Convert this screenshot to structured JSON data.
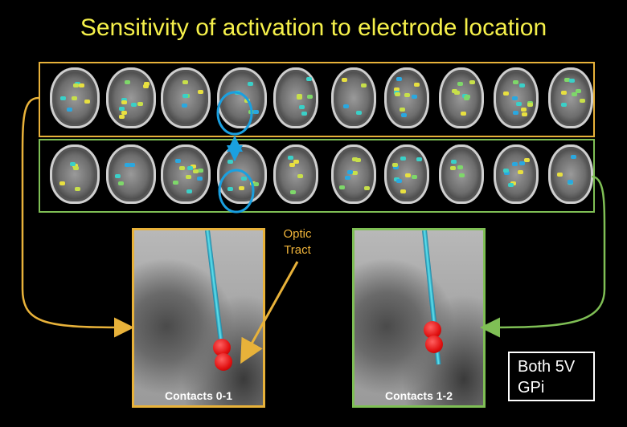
{
  "title": "Sensitivity of activation to electrode location",
  "annotation": {
    "line1": "Optic",
    "line2": "Tract"
  },
  "insets": [
    {
      "label": "Contacts 0-1"
    },
    {
      "label": "Contacts 1-2"
    }
  ],
  "info_box": {
    "line1": "Both 5V",
    "line2": "GPi"
  },
  "colors": {
    "title": "#f5f04a",
    "top_strip": "#e8b23a",
    "bottom_strip": "#7fbf55",
    "highlight": "#1aa0e0",
    "contact": "#e01010",
    "lead": "#5fe4f0"
  }
}
